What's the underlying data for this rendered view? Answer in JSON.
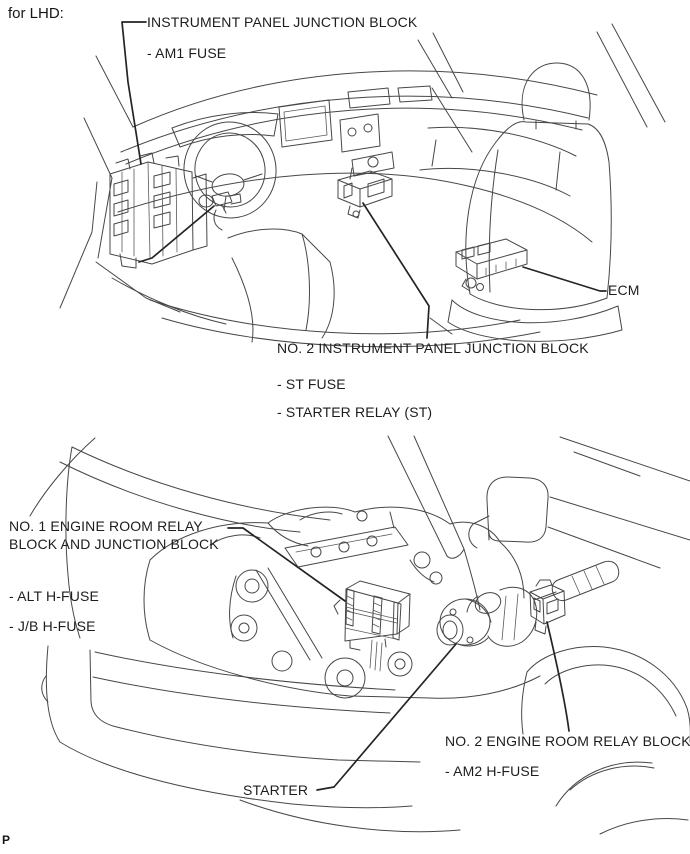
{
  "page": {
    "variant_label": "for LHD:",
    "page_marker": "P"
  },
  "colors": {
    "background": "#ffffff",
    "line": "#474747",
    "leader_line": "#242424",
    "text": "#1d1d1d"
  },
  "interior_view": {
    "callouts": {
      "instrument_panel_junction_block": {
        "title": "INSTRUMENT PANEL JUNCTION BLOCK",
        "fuse": "- AM1 FUSE"
      },
      "ecm": {
        "title": "ECM"
      },
      "no2_instrument_panel_junction_block": {
        "title": "NO. 2 INSTRUMENT PANEL JUNCTION BLOCK",
        "fuse": "- ST FUSE",
        "relay": "- STARTER RELAY (ST)"
      }
    }
  },
  "engine_view": {
    "callouts": {
      "no1_engine_room_relay_block": {
        "title": "NO. 1 ENGINE ROOM RELAY BLOCK AND JUNCTION BLOCK",
        "fuse_alt": "- ALT H-FUSE",
        "fuse_jb": "- J/B H-FUSE"
      },
      "starter": {
        "title": "STARTER"
      },
      "no2_engine_room_relay_block": {
        "title": "NO. 2 ENGINE ROOM RELAY BLOCK",
        "fuse": "- AM2 H-FUSE"
      }
    }
  }
}
